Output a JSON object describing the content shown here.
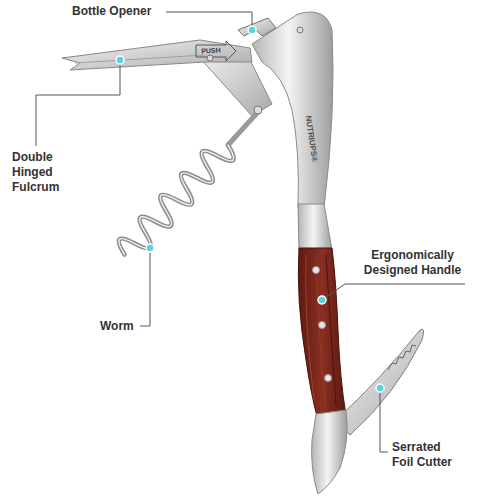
{
  "diagram": {
    "labels": [
      "Bottle Opener",
      "PUSH",
      "NUTRIUPS®",
      "Double Hinged Fulcrum",
      "Worm",
      "Ergonomically Designed Handle",
      "Serrated Foil Cutter"
    ]
  }
}
